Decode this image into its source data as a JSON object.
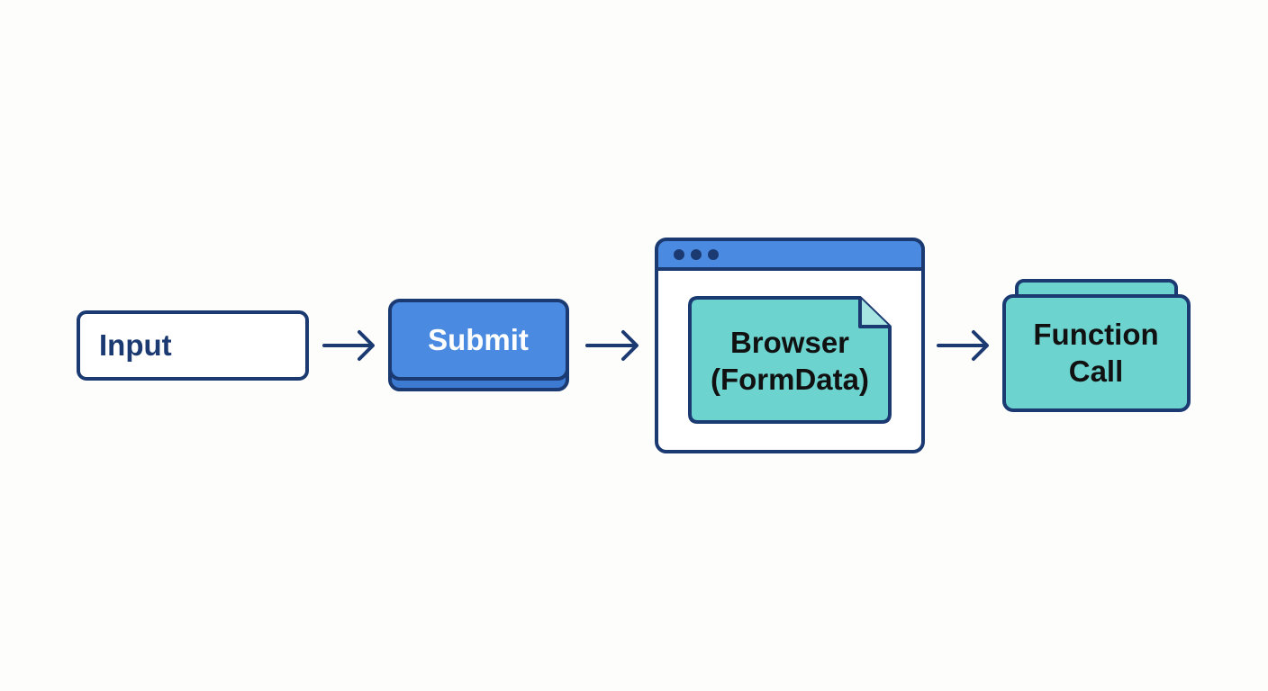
{
  "nodes": {
    "input": {
      "label": "Input"
    },
    "submit": {
      "label": "Submit"
    },
    "browser": {
      "label_line1": "Browser",
      "label_line2": "(FormData)"
    },
    "function": {
      "label_line1": "Function",
      "label_line2": "Call"
    }
  },
  "colors": {
    "stroke": "#1b3a72",
    "button_blue": "#4a8ae0",
    "teal": "#6dd3cf",
    "white": "#ffffff",
    "text_dark": "#1b3a72",
    "text_black": "#111111",
    "text_white": "#ffffff"
  }
}
